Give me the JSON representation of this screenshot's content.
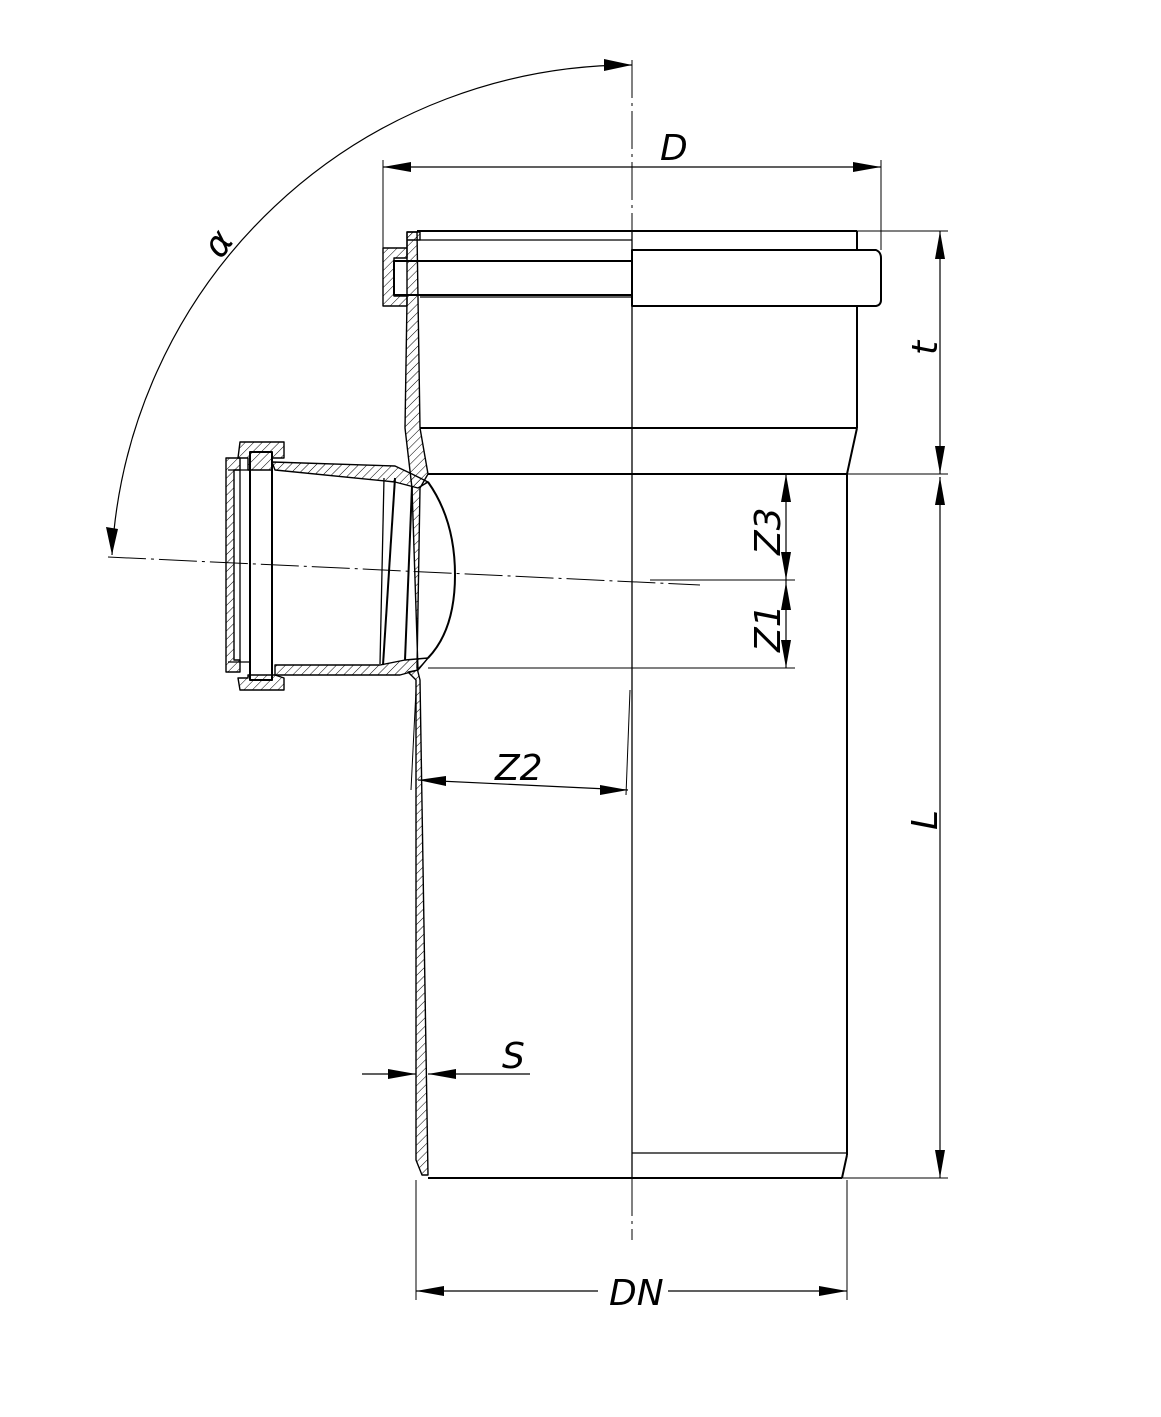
{
  "labels": {
    "angle": "α",
    "d": "D",
    "t": "t",
    "z3": "Z3",
    "z1": "Z1",
    "z2": "Z2",
    "l": "L",
    "s": "S",
    "dn": "DN"
  }
}
